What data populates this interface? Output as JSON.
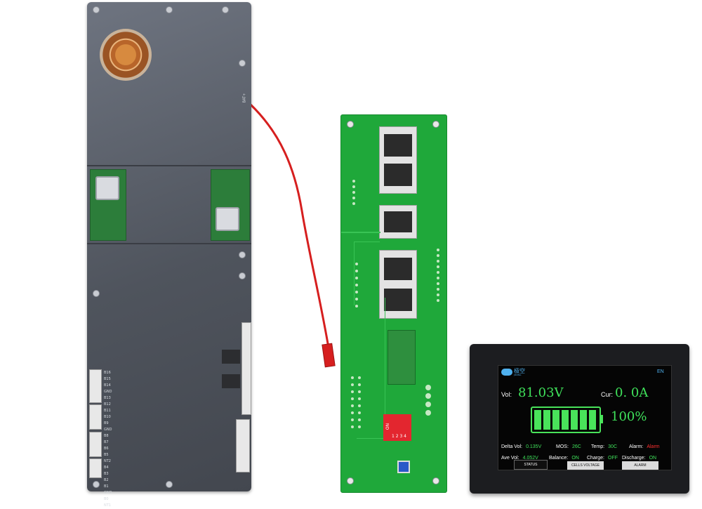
{
  "display": {
    "brand_text": "极空",
    "brand_subtext": "JIKONG",
    "lang": "EN",
    "vol_label": "Vol:",
    "vol_value": "81.03V",
    "cur_label": "Cur:",
    "cur_value": "0. 0A",
    "percent": "100%",
    "battery_level": 1.0,
    "delta_label": "Delta Vol:",
    "delta_value": "0.135V",
    "mos_label": "MOS:",
    "mos_value": "26C",
    "temp_label": "Temp:",
    "temp_value": "30C",
    "alarm_label": "Alarm:",
    "alarm_value": "Alarm",
    "ave_label": "Ave Vol:",
    "ave_value": "4.052V",
    "balance_label": "Balance:",
    "balance_value": "ON",
    "charge_label": "Charge:",
    "charge_value": "OFF",
    "discharge_label": "Discharge:",
    "discharge_value": "ON",
    "tabs": [
      "STATUS",
      "CELLS VOLTAGE",
      "ALARM"
    ]
  },
  "bms": {
    "port_label": "BAT+",
    "connector_labels": [
      "B16",
      "B15",
      "B14",
      "GND",
      "B13",
      "B12",
      "B11",
      "B10",
      "B9",
      "GND",
      "B8",
      "B7",
      "B6",
      "B5",
      "NT2",
      "B4",
      "B3",
      "B2",
      "B1",
      "GND",
      "B0",
      "NT1"
    ]
  },
  "adapter": {
    "dip_label": "ON",
    "dip_numbers": "1 2 3 4"
  },
  "colors": {
    "screen_green": "#3fe05a",
    "alarm_red": "#ff3030",
    "pcb_green": "#1fa83a",
    "cable_red": "#d61f1f"
  }
}
